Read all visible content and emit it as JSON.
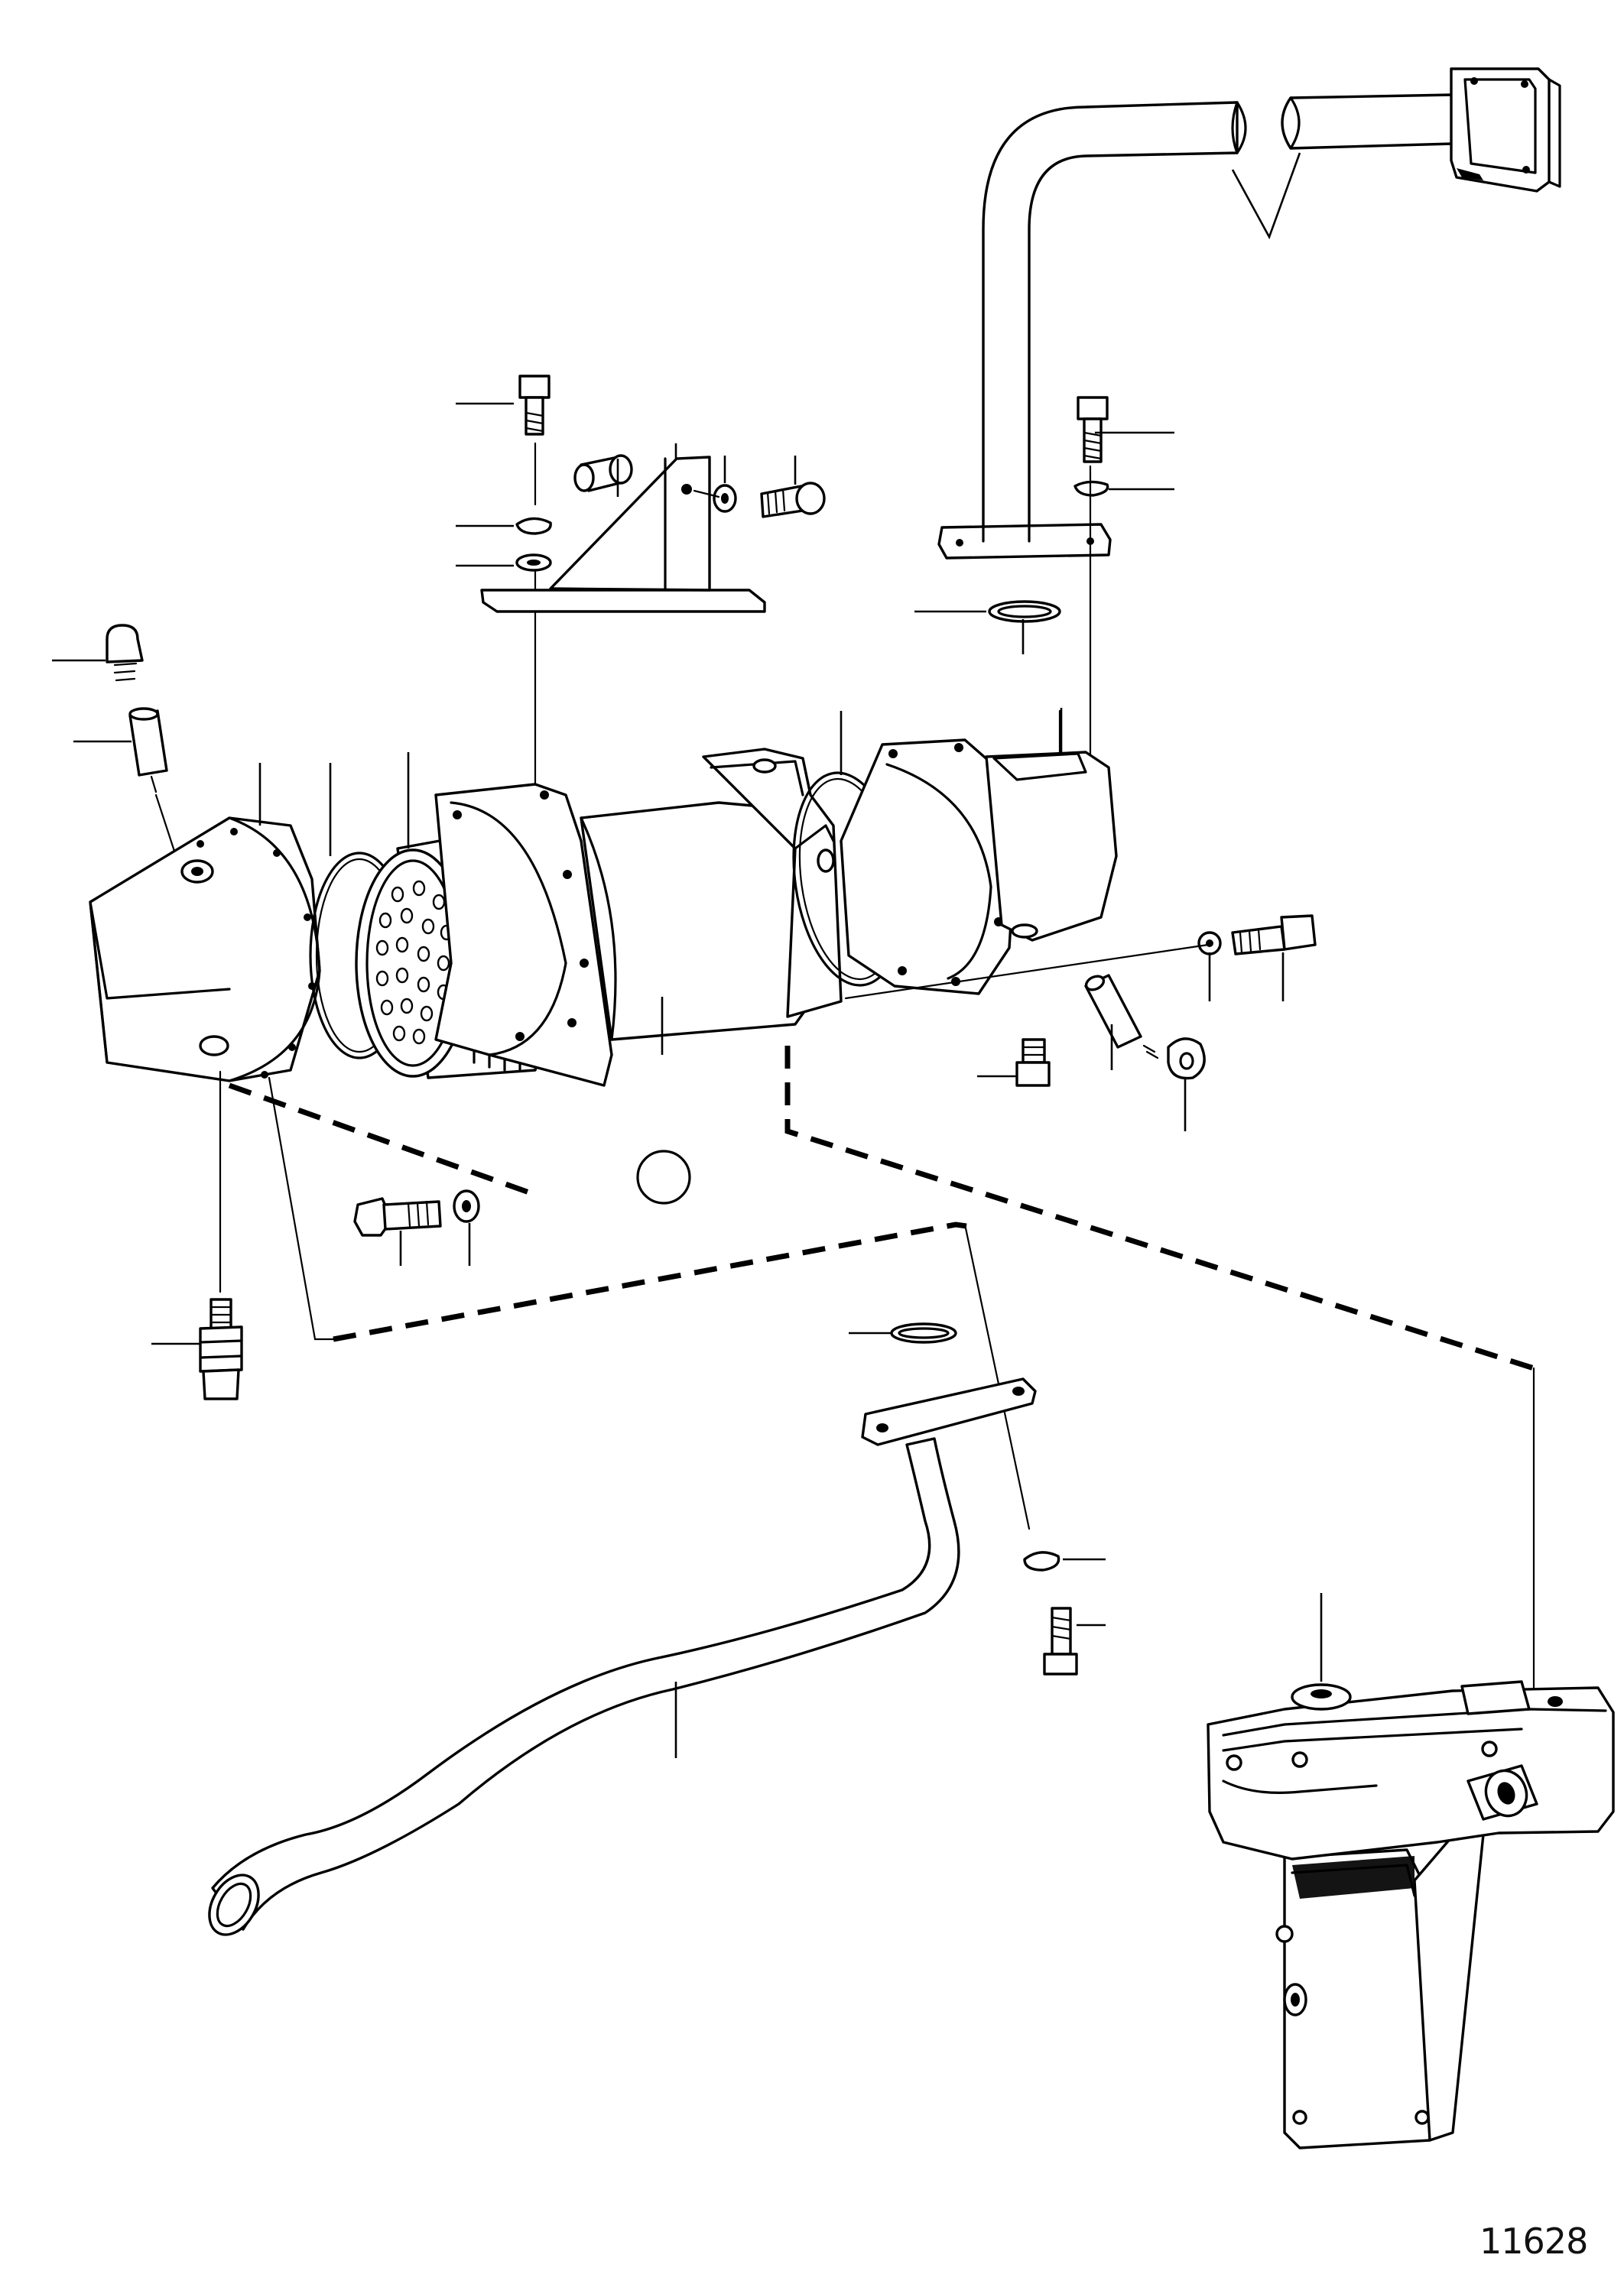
{
  "figure": {
    "number": "11628"
  },
  "colors": {
    "ink": "#000000",
    "paper": "#ffffff"
  },
  "parts": [
    "upper-exhaust-elbow-pipe",
    "flange-bolt",
    "lock-washer",
    "flange-gasket",
    "mounting-bracket",
    "spacer-sleeve",
    "bracket-bolt",
    "washer",
    "heat-exchanger-body",
    "end-cover-left",
    "end-cover-right-elbow",
    "o-ring-seal",
    "tube-insert-core",
    "zinc-anode-left",
    "zinc-anode-right",
    "drain-plug",
    "drain-cock",
    "lower-hose-pipe",
    "thermostat-housing"
  ]
}
